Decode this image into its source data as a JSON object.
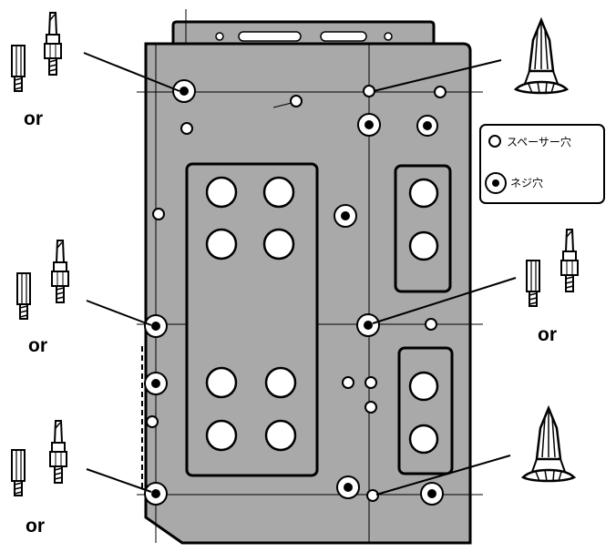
{
  "labels": {
    "or": "or"
  },
  "legend": {
    "spacer_hole": "スペーサー穴",
    "screw_hole": "ネジ穴"
  },
  "colors": {
    "plate": "#a9a9a9",
    "outline": "#000000",
    "background": "#ffffff"
  },
  "icons": {
    "standoff": "standoff-screw-icon",
    "pushpin": "plastic-push-rivet-icon"
  }
}
